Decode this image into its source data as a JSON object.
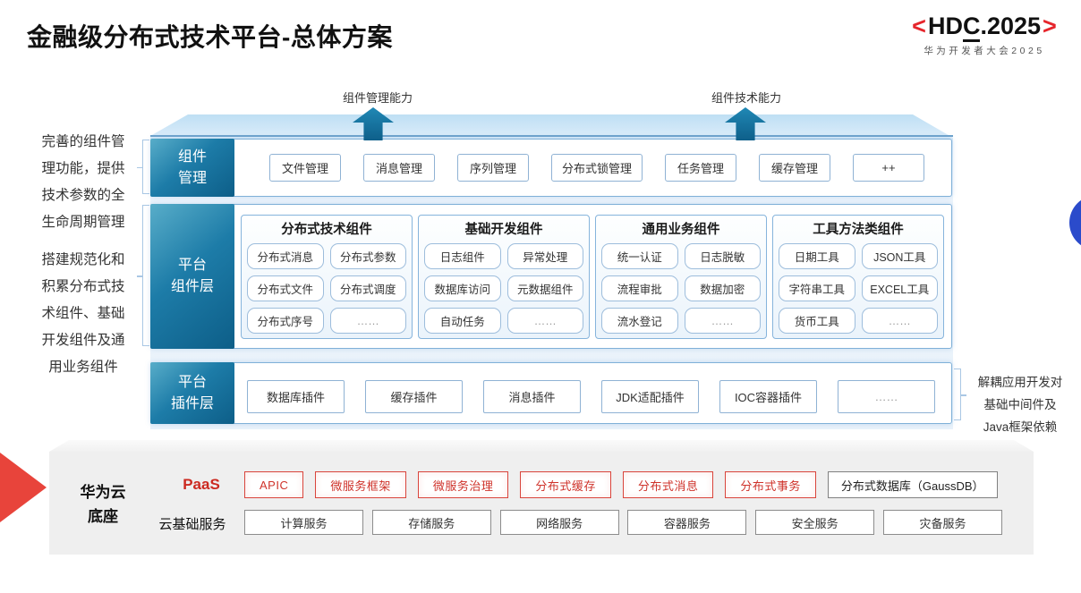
{
  "title": "金融级分布式技术平台-总体方案",
  "logo": {
    "left_bracket": "<",
    "text_hd": "HD",
    "text_c": "C",
    "text_rest": ".2025",
    "right_bracket": ">",
    "subtitle": "华为开发者大会2025"
  },
  "arrows": [
    {
      "label": "组件管理能力"
    },
    {
      "label": "组件技术能力"
    }
  ],
  "annotations": {
    "left_note_1": "完善的组件管\n理功能，提供\n技术参数的全\n生命周期管理",
    "left_note_2": "搭建规范化和\n积累分布式技\n术组件、基础\n开发组件及通\n用业务组件",
    "right_note": "解耦应用开发对\n基础中间件及\nJava框架依赖"
  },
  "component_mgmt": {
    "label": "组件\n管理",
    "items": [
      "文件管理",
      "消息管理",
      "序列管理",
      "分布式锁管理",
      "任务管理",
      "缓存管理",
      "++"
    ]
  },
  "platform_components": {
    "label": "平台\n组件层",
    "groups": [
      {
        "title": "分布式技术组件",
        "items": [
          "分布式消息",
          "分布式参数",
          "分布式文件",
          "分布式调度",
          "分布式序号",
          "……"
        ]
      },
      {
        "title": "基础开发组件",
        "items": [
          "日志组件",
          "异常处理",
          "数据库访问",
          "元数据组件",
          "自动任务",
          "……"
        ]
      },
      {
        "title": "通用业务组件",
        "items": [
          "统一认证",
          "日志脱敏",
          "流程审批",
          "数据加密",
          "流水登记",
          "……"
        ]
      },
      {
        "title": "工具方法类组件",
        "items": [
          "日期工具",
          "JSON工具",
          "字符串工具",
          "EXCEL工具",
          "货币工具",
          "……"
        ]
      }
    ]
  },
  "platform_plugins": {
    "label": "平台\n插件层",
    "items": [
      "数据库插件",
      "缓存插件",
      "消息插件",
      "JDK适配插件",
      "IOC容器插件",
      "……"
    ]
  },
  "cloud_base": {
    "label": "华为云\n底座",
    "paas_label": "PaaS",
    "paas_items": [
      "APIC",
      "微服务框架",
      "微服务治理",
      "分布式缓存",
      "分布式消息",
      "分布式事务"
    ],
    "paas_item_gray": "分布式数据库（GaussDB）",
    "cloud_label": "云基础服务",
    "cloud_items": [
      "计算服务",
      "存储服务",
      "网络服务",
      "容器服务",
      "安全服务",
      "灾备服务"
    ]
  },
  "colors": {
    "teal_label": "#0d5e88",
    "slab_blue": "#d9ebf9",
    "brand_red": "#e6252b",
    "paas_red": "#cf332b",
    "arrow_red": "#e8443b",
    "circle_blue": "#2b4bcb"
  }
}
